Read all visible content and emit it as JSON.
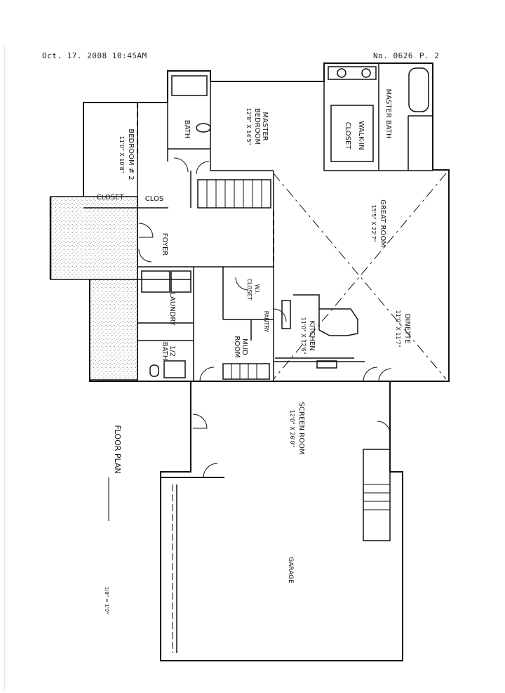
{
  "header": {
    "timestamp": "Oct. 17. 2008 10:45AM",
    "page_no": "No. 0626",
    "page": "P. 2"
  },
  "rooms": {
    "master_bath": "MASTER BATH",
    "master_bedroom": "MASTER",
    "master_bedroom_line2": "BEDROOM",
    "master_bedroom_dim": "12'8\" X 14'5\"",
    "walk_in": "WALK-IN",
    "walk_in_line2": "CLOSET",
    "bath": "BATH",
    "bedroom2": "BEDROOM # 2",
    "bedroom2_dim": "11'0\" X 10'8\"",
    "closet": "CLOSET",
    "clos": "CLOS",
    "foyer": "FOYER",
    "great_room": "GREAT ROOM",
    "great_room_dim": "15'5\" X 22'7\"",
    "wi_closet": "W.I.",
    "wi_closet_line2": "CLOSET",
    "pantry": "PANTRY",
    "laundry": "LAUNDRY",
    "half_bath": "1/2",
    "half_bath_line2": "BATH",
    "mud_room": "MUD",
    "mud_room_line2": "ROOM",
    "kitchen": "KITCHEN",
    "kitchen_dim": "11'0\" X 12'6\"",
    "dinette": "DINETTE",
    "dinette_dim": "11'0\" X 11'7\"",
    "screen_room": "SCREEN ROOM",
    "screen_room_dim": "12'0\" X 26'0\"",
    "garage": "GARAGE"
  },
  "plan_title": "FLOOR PLAN",
  "scale": "1/8\" = 1'0\""
}
